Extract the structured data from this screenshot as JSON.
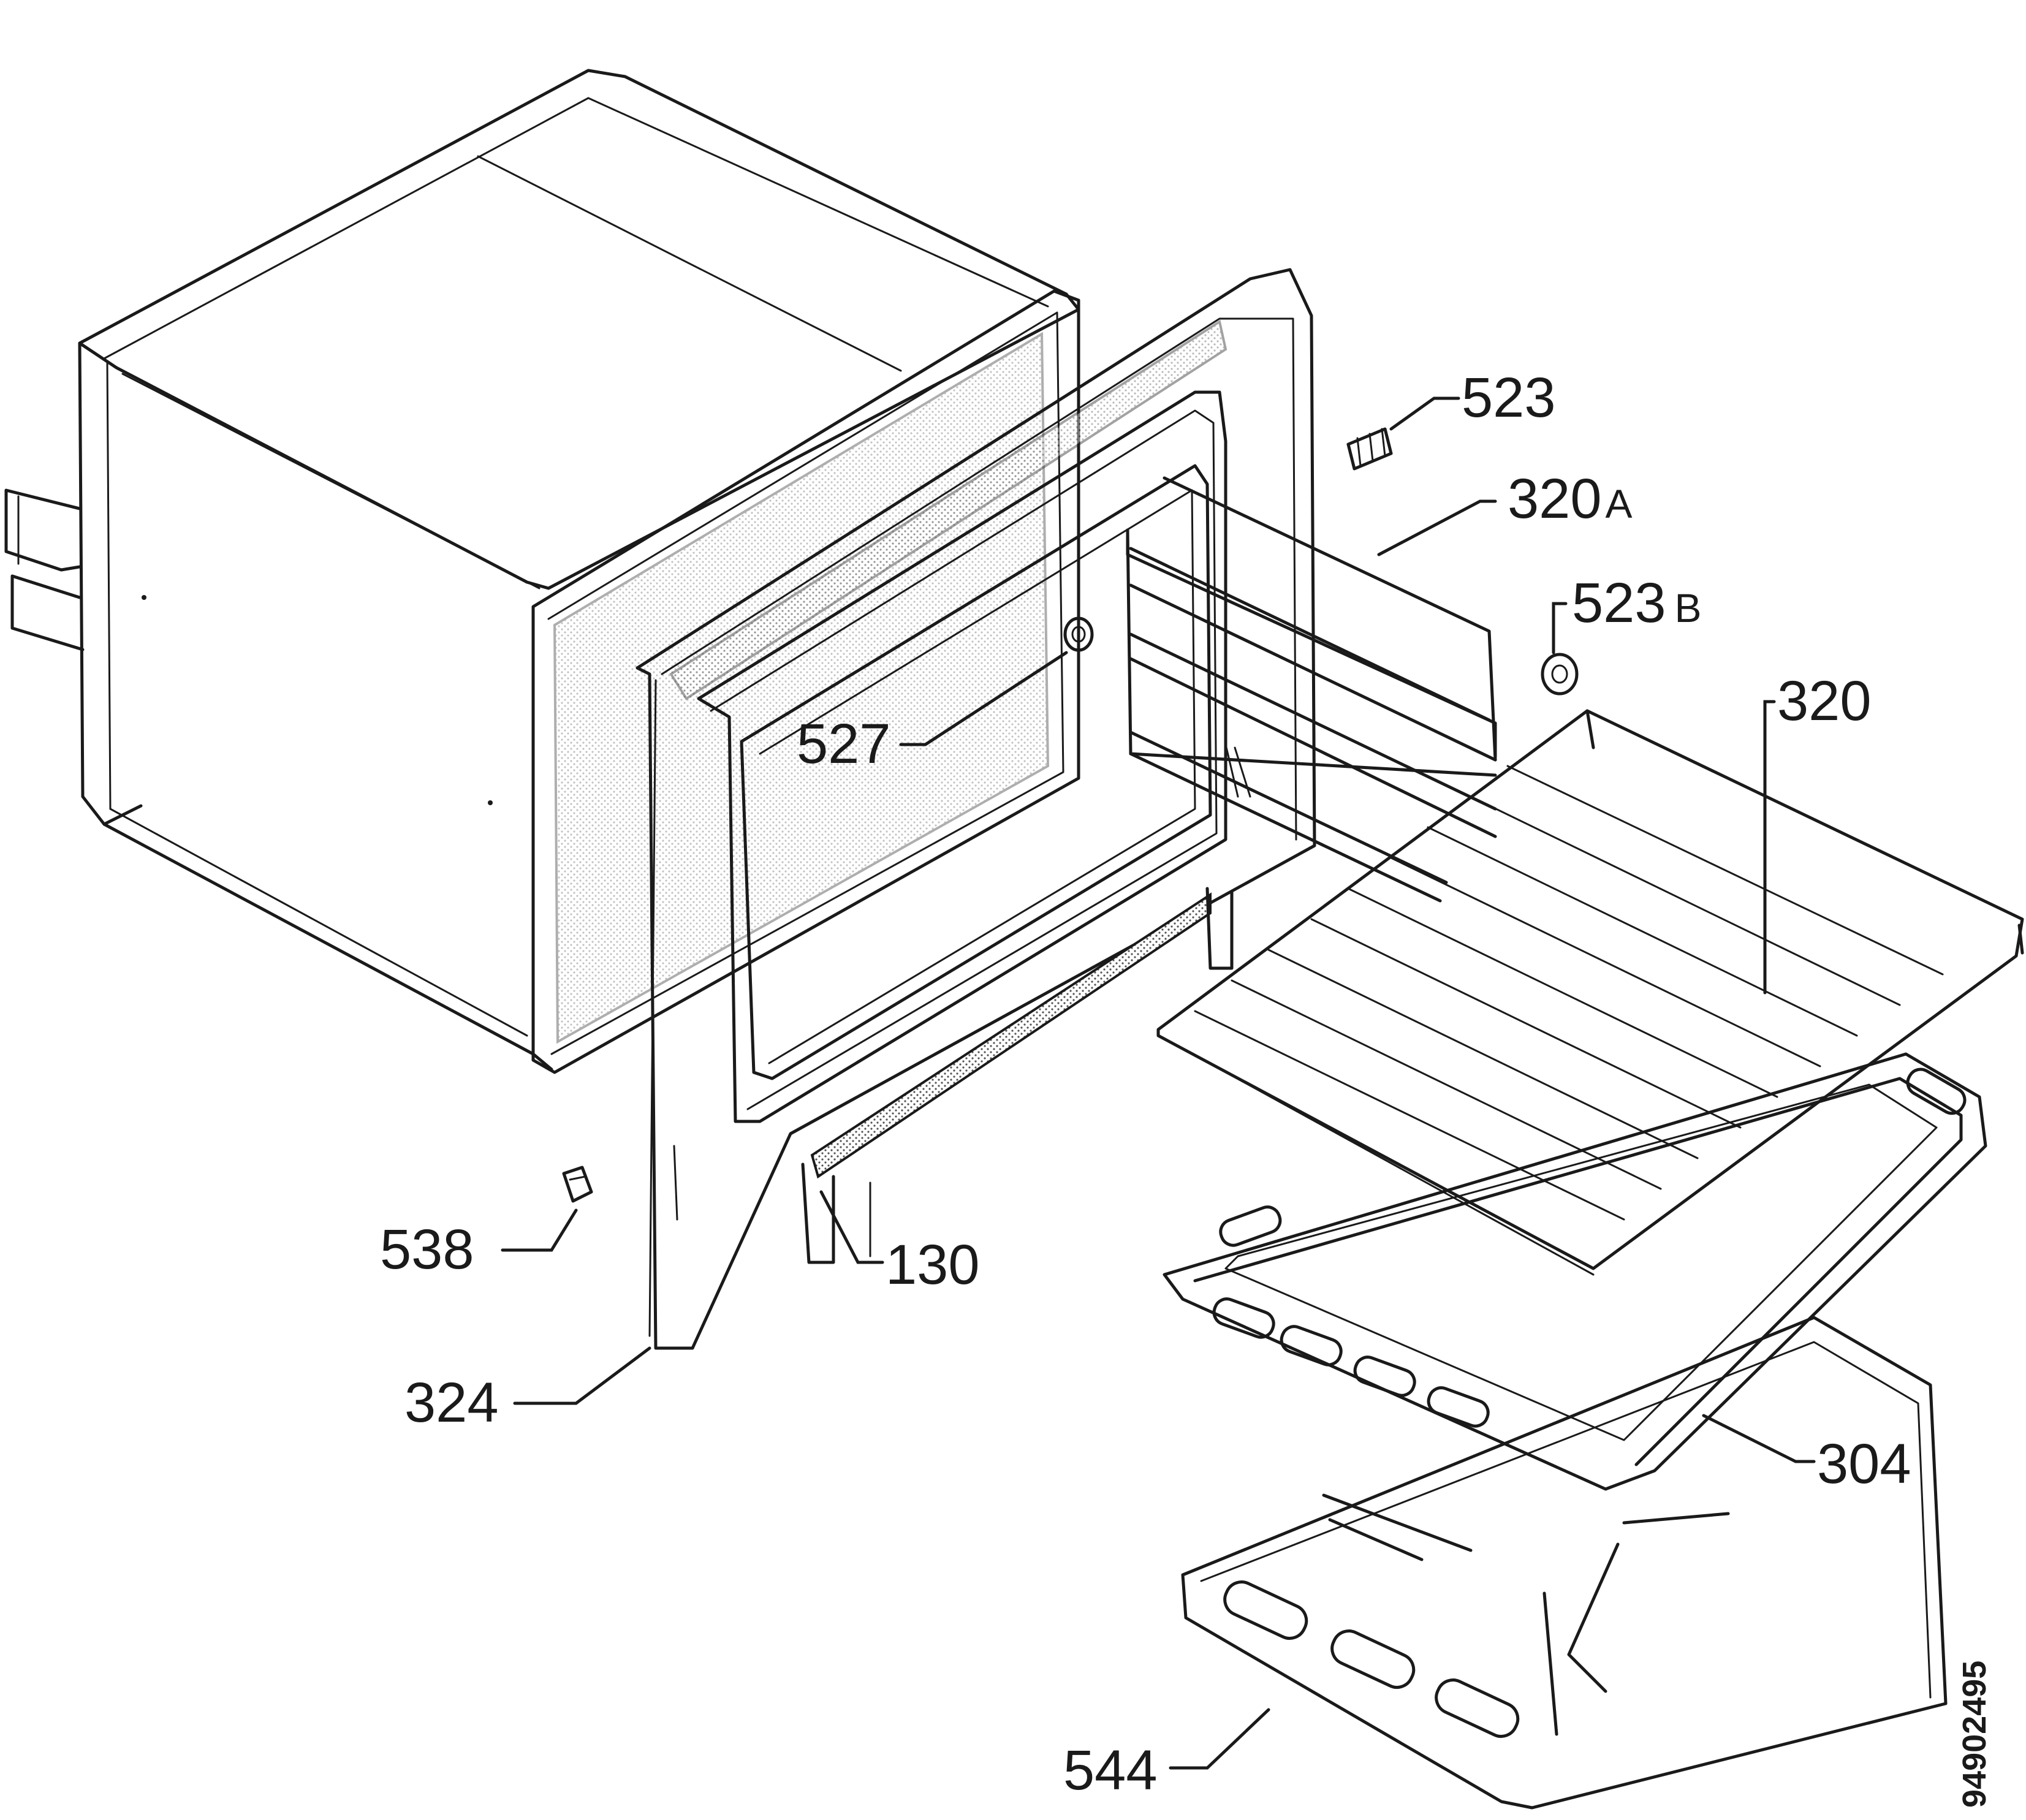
{
  "labels": {
    "p523": "523",
    "p320a": "320",
    "p320a_suffix": "A",
    "p523b": "523",
    "p523b_suffix": "B",
    "p320": "320",
    "p527": "527",
    "p538": "538",
    "p130": "130",
    "p324": "324",
    "p304": "304",
    "p544": "544"
  },
  "doc_number": "94902495"
}
